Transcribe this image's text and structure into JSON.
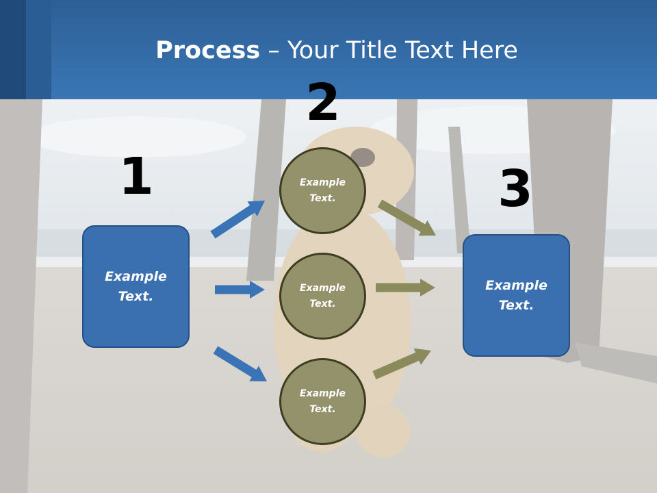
{
  "title": {
    "bold": "Process",
    "rest": " – Your Title Text Here"
  },
  "steps": [
    {
      "number": "1",
      "label": "Example Text."
    },
    {
      "number": "2",
      "label": "Example Text."
    },
    {
      "number": "3",
      "label": "Example Text."
    }
  ],
  "middle_circles": [
    {
      "label": "Example Text."
    },
    {
      "label": "Example Text."
    },
    {
      "label": "Example Text."
    }
  ],
  "colors": {
    "header": "#3a76b4",
    "box_fill": "#3b70b0",
    "circle_fill": "#93926a",
    "blue_arrow": "#3b74b6",
    "olive_arrow": "#8a8a5c"
  }
}
